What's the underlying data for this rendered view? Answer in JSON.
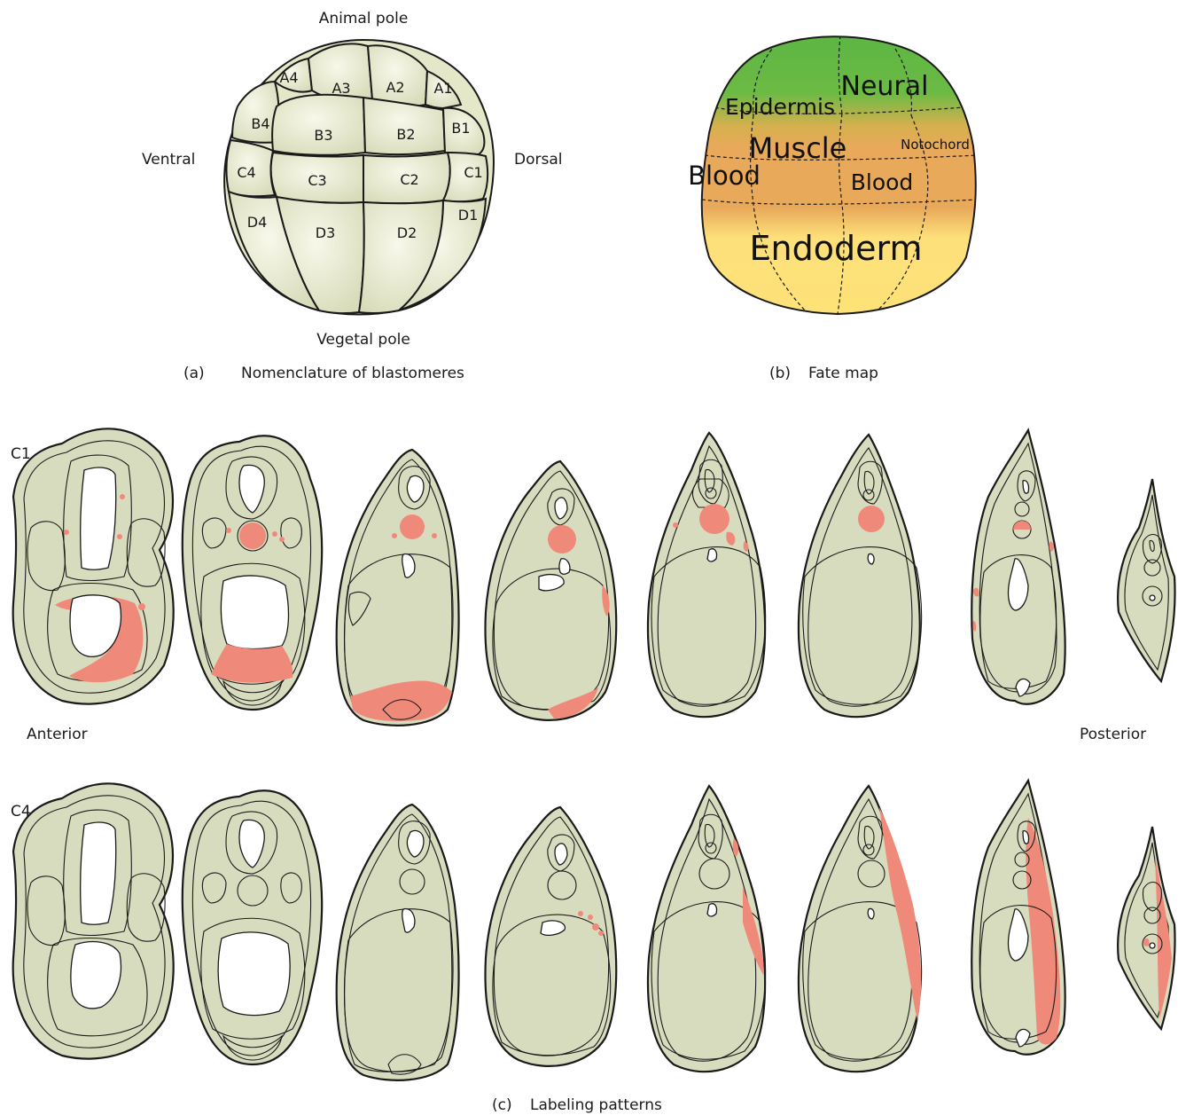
{
  "panel_a": {
    "top_label": "Animal pole",
    "bottom_label": "Vegetal pole",
    "left_label": "Ventral",
    "right_label": "Dorsal",
    "caption_letter": "(a)",
    "caption": "Nomenclature of blastomeres",
    "cells": [
      "A4",
      "A3",
      "A2",
      "A1",
      "B4",
      "B3",
      "B2",
      "B1",
      "C4",
      "C3",
      "C2",
      "C1",
      "D4",
      "D3",
      "D2",
      "D1"
    ]
  },
  "panel_b": {
    "caption_letter": "(b)",
    "caption": "Fate map",
    "regions": {
      "neural": "Neural",
      "epidermis": "Epidermis",
      "muscle": "Muscle",
      "notochord": "Notochord",
      "blood_left": "Blood",
      "blood_right": "Blood",
      "endoderm": "Endoderm"
    },
    "colors": {
      "neural": "#5bb544",
      "mesoderm": "#e8a95a",
      "endoderm": "#fde277"
    }
  },
  "panel_c": {
    "row1_label": "C1",
    "row2_label": "C4",
    "left_axis": "Anterior",
    "right_axis": "Posterior",
    "caption_letter": "(c)",
    "caption": "Labeling patterns",
    "colors": {
      "section": "#d8dcbf",
      "label": "#ef8a7a"
    }
  }
}
